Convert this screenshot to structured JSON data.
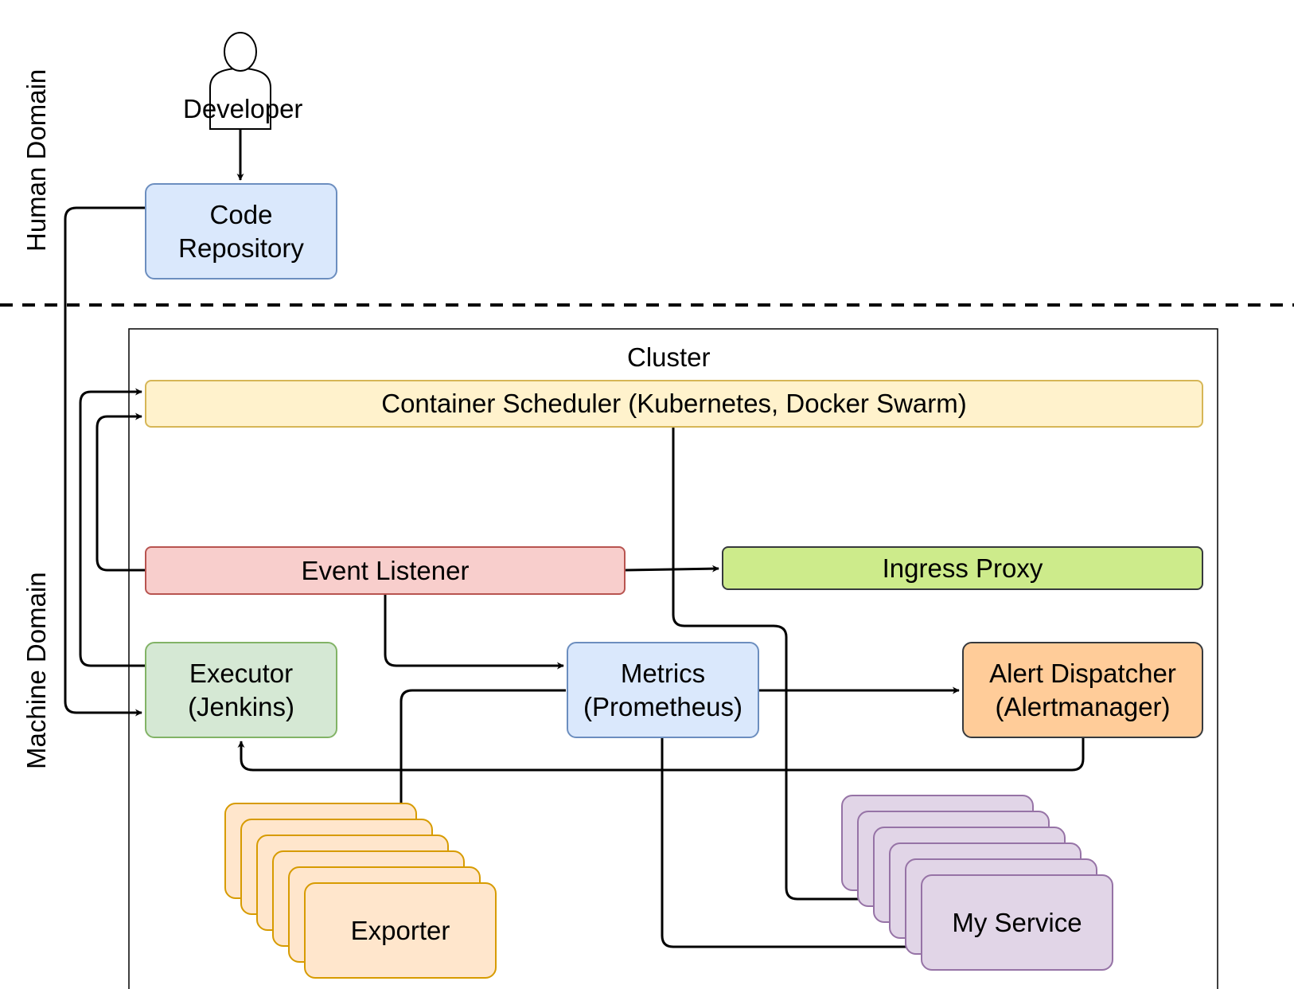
{
  "domains": {
    "human": "Human Domain",
    "machine": "Machine Domain"
  },
  "cluster": {
    "label": "Cluster"
  },
  "actors": {
    "developer": "Developer"
  },
  "nodes": {
    "code_repository": "Code\nRepository",
    "container_scheduler": "Container Scheduler (Kubernetes, Docker Swarm)",
    "event_listener": "Event Listener",
    "ingress_proxy": "Ingress Proxy",
    "executor": "Executor\n(Jenkins)",
    "metrics": "Metrics\n(Prometheus)",
    "alert_dispatcher": "Alert Dispatcher\n(Alertmanager)",
    "exporter": "Exporter",
    "my_service": "My Service"
  },
  "colors": {
    "blue_fill": "#dae8fc",
    "blue_stroke": "#6c8ebf",
    "yellow_fill": "#fff2cc",
    "yellow_stroke": "#d6b656",
    "red_fill": "#f8cecc",
    "red_stroke": "#b85450",
    "lime_fill": "#cdeb8b",
    "lime_stroke": "#36393d",
    "green_fill": "#d5e8d4",
    "green_stroke": "#82b366",
    "orange_fill": "#ffcc99",
    "orange_stroke": "#36393d",
    "peach_fill": "#ffe6cc",
    "peach_stroke": "#d79b00",
    "purple_fill": "#e1d5e7",
    "purple_stroke": "#9673a6"
  }
}
